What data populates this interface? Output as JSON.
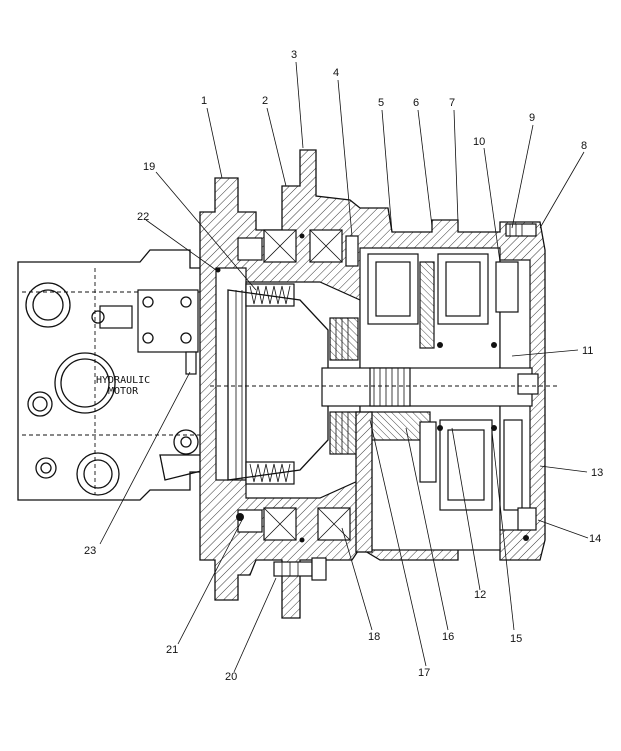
{
  "motor_label": [
    "HYDRAULIC",
    "MOTOR"
  ],
  "callouts": [
    "1",
    "2",
    "3",
    "4",
    "5",
    "6",
    "7",
    "8",
    "9",
    "10",
    "11",
    "12",
    "13",
    "14",
    "15",
    "16",
    "17",
    "18",
    "19",
    "20",
    "21",
    "22",
    "23"
  ]
}
